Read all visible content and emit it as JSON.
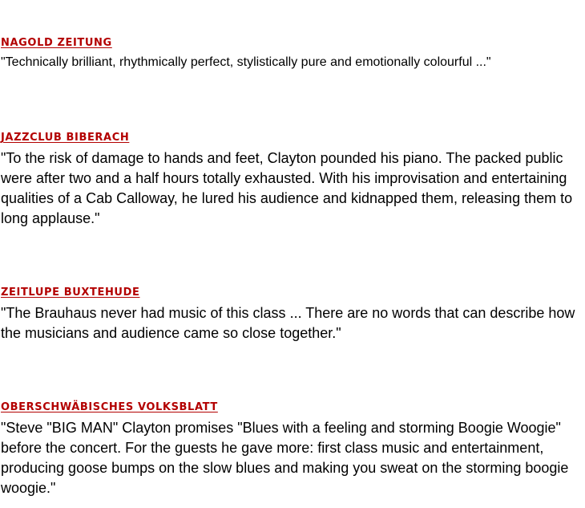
{
  "colors": {
    "source_heading": "#b30000",
    "quote_text": "#000000",
    "background": "#ffffff"
  },
  "reviews": [
    {
      "source": "NAGOLD ZEITUNG",
      "quote": "\"Technically brilliant, rhythmically perfect, stylistically pure and emotionally colourful ...\""
    },
    {
      "source": "JAZZCLUB BIBERACH",
      "quote": "\"To the risk of damage to hands and feet, Clayton pounded his piano. The packed public were after two and a half hours totally exhausted. With his improvisation and entertaining qualities of a Cab Calloway, he lured his audience and kidnapped them, releasing them to long applause.\""
    },
    {
      "source": "ZEITLUPE BUXTEHUDE",
      "quote": "\"The Brauhaus never had music of this class ... There are no words that can describe how the musicians and audience came so close together.\""
    },
    {
      "source": "OBERSCHWÄBISCHES VOLKSBLATT",
      "quote": "\"Steve \"BIG MAN\" Clayton promises \"Blues with a feeling and storming Boogie Woogie\" before the concert. For the guests he gave more: first class music and entertainment, producing goose bumps on the slow blues and making you sweat on the storming boogie woogie.\""
    }
  ]
}
